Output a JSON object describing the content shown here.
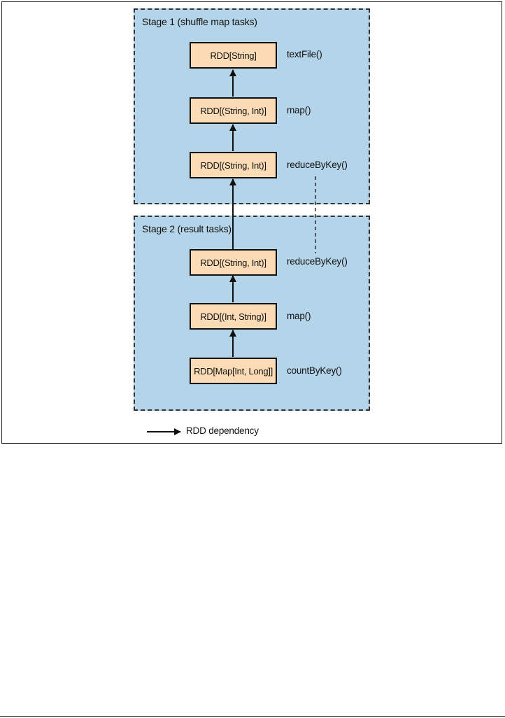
{
  "stages": [
    {
      "title": "Stage 1 (shuffle map tasks)",
      "nodes": [
        {
          "label": "RDD[String]",
          "op": "textFile()"
        },
        {
          "label": "RDD[(String, Int)]",
          "op": "map()"
        },
        {
          "label": "RDD[(String, Int)]",
          "op": "reduceByKey()"
        }
      ]
    },
    {
      "title": "Stage 2 (result tasks)",
      "nodes": [
        {
          "label": "RDD[(String, Int)]",
          "op": "reduceByKey()"
        },
        {
          "label": "RDD[(Int, String)]",
          "op": "map()"
        },
        {
          "label": "RDD[Map[Int, Long]]",
          "op": "countByKey()"
        }
      ]
    }
  ],
  "legend": {
    "label": "RDD dependency"
  },
  "colors": {
    "stage_fill": "#b4d4e9",
    "node_fill": "#fcdcb6",
    "border": "#111111"
  }
}
